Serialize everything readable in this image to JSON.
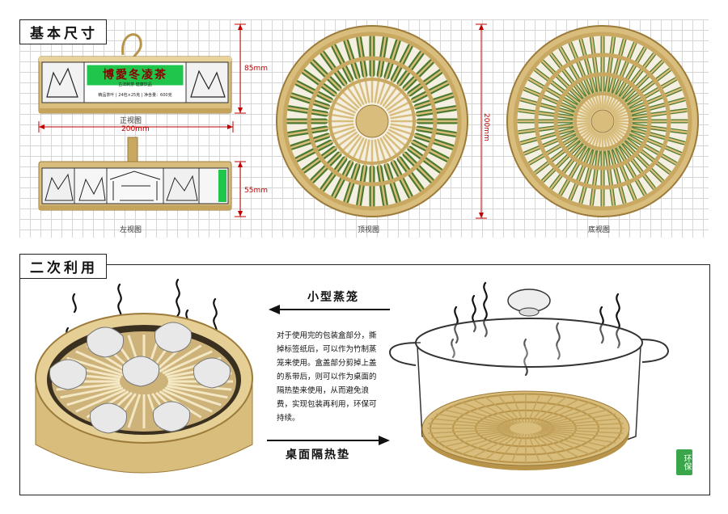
{
  "section1": {
    "title": "基本尺寸"
  },
  "section2": {
    "title": "二次利用"
  },
  "front_view": {
    "caption": "正视图",
    "width_label": "200mm",
    "height_label": "85mm",
    "brand": "博愛冬凌茶",
    "sub_text": "古法制茶 健康饮品",
    "spec_text": "精品茶叶 | 24包×25克 | 净含量：600克"
  },
  "side_view": {
    "caption": "左视图",
    "height_label": "55mm"
  },
  "top_view": {
    "caption": "顶视图",
    "diameter_label": "200mm"
  },
  "bottom_view": {
    "caption": "底视图"
  },
  "reuse": {
    "steamer_label": "小型蒸笼",
    "mat_label": "桌面隔热垫",
    "description": "对于使用完的包装盒部分，撕掉标签纸后，可以作为竹制蒸笼来使用。盒盖部分剪掉上盖的系带后，则可以作为桌面的隔热垫来使用，从而避免浪费，实现包装再利用，环保可持续。",
    "eco_badge": "环保"
  },
  "colors": {
    "bamboo": "#d8bd7c",
    "bamboo_dark": "#b8934a",
    "leaf": "#4d7a2e",
    "label_green": "#1fc64b",
    "dimension_red": "#c00000"
  }
}
